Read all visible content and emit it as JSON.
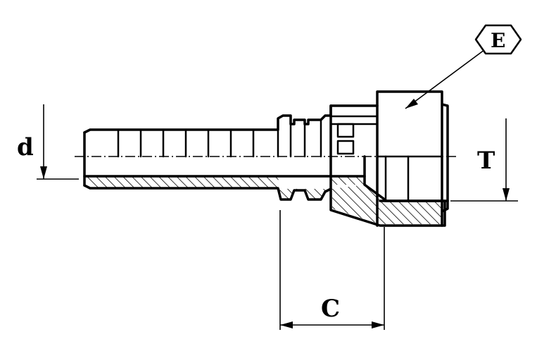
{
  "labels": {
    "d": "d",
    "T": "T",
    "C": "C",
    "E": "E"
  },
  "colors": {
    "line": "#000000",
    "background": "#ffffff"
  }
}
